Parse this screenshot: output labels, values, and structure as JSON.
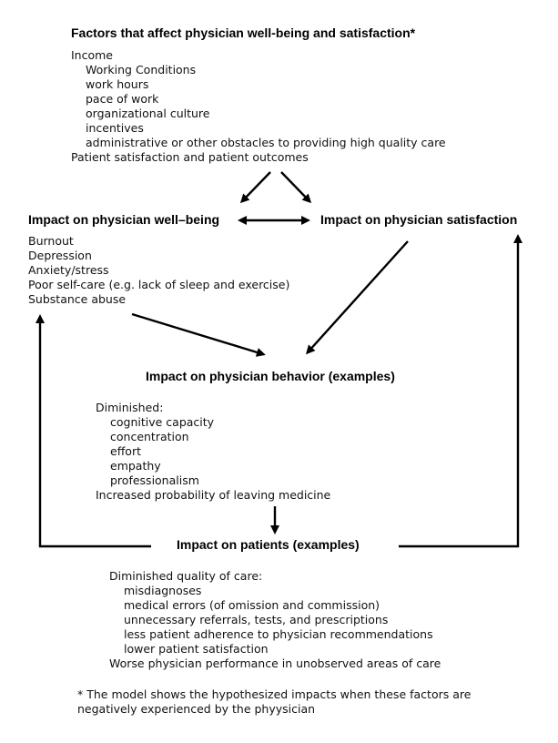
{
  "factors": {
    "title": "Factors that affect physician well-being and satisfaction*",
    "income": "Income",
    "sub_items": [
      "Working Conditions",
      "work hours",
      "pace of work",
      "organizational culture",
      "incentives",
      "administrative or other obstacles to providing high quality care"
    ],
    "patient_line": "Patient satisfaction and patient outcomes"
  },
  "wellbeing": {
    "title": "Impact on physician well–being",
    "items": [
      "Burnout",
      "Depression",
      "Anxiety/stress",
      "Poor self-care (e.g. lack of sleep and exercise)",
      "Substance abuse"
    ]
  },
  "satisfaction": {
    "title": "Impact on physician satisfaction"
  },
  "behavior": {
    "title": "Impact on physician behavior (examples)",
    "diminished": "Diminished:",
    "sub_items": [
      "cognitive capacity",
      "concentration",
      "effort",
      "empathy",
      "professionalism"
    ],
    "leaving": "Increased probability of leaving medicine"
  },
  "patients": {
    "title": "Impact on patients (examples)",
    "diminished": "Diminished quality of care:",
    "sub_items": [
      "misdiagnoses",
      "medical errors (of omission and commission)",
      "unnecessary referrals, tests, and prescriptions",
      "less patient adherence to physician recommendations",
      "lower patient satisfaction"
    ],
    "worse": "Worse physician performance in unobserved areas of care"
  },
  "footnote": {
    "line1": "* The model shows the hypothesized impacts when these factors are",
    "line2": "negatively experienced by the phyysician"
  },
  "colors": {
    "arrow": "#000000",
    "text": "#111111"
  }
}
